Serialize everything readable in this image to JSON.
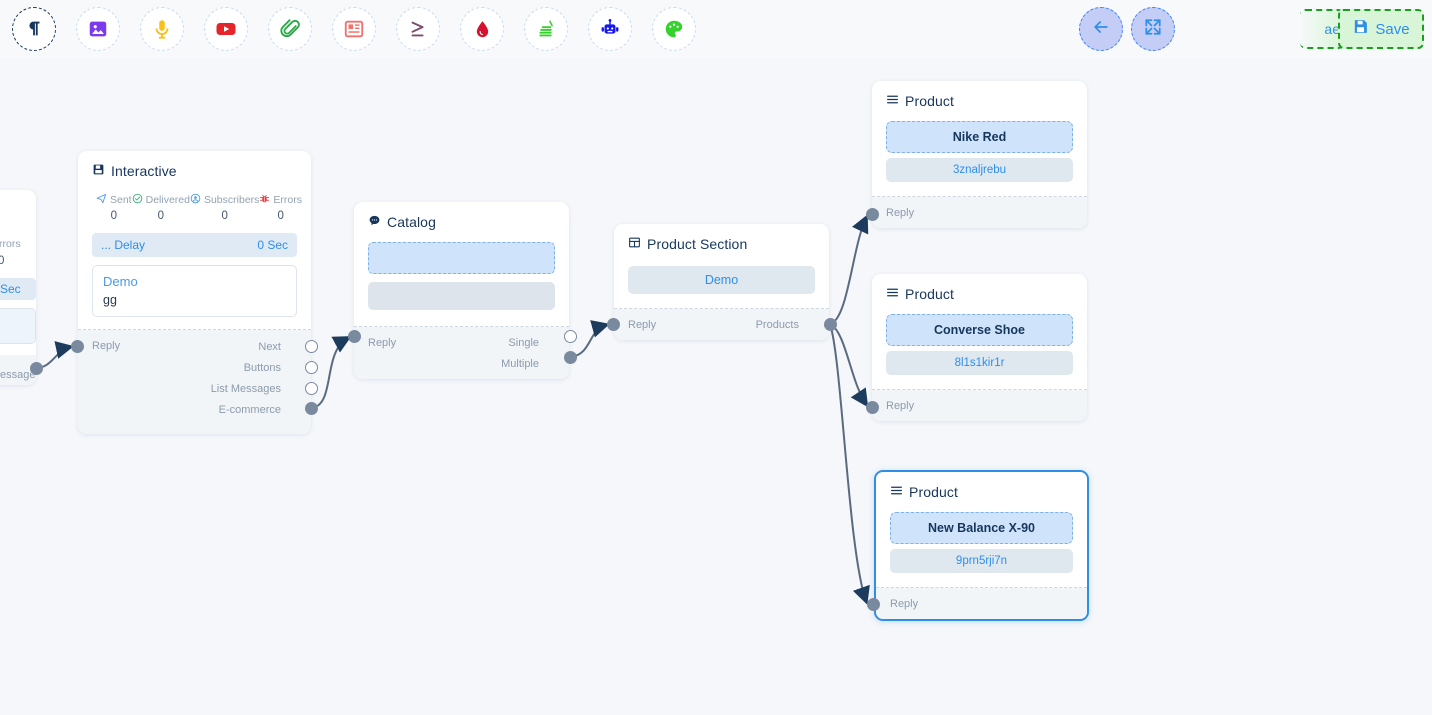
{
  "toolbar": {
    "items": [
      {
        "name": "text-icon",
        "label": "Text",
        "color": "#17365c"
      },
      {
        "name": "image-icon",
        "label": "Image",
        "color": "#7c3aed"
      },
      {
        "name": "audio-icon",
        "label": "Audio",
        "color": "#fcbf16"
      },
      {
        "name": "video-icon",
        "label": "Video",
        "color": "#e5252a"
      },
      {
        "name": "attachment-icon",
        "label": "Attachment",
        "color": "#28a745"
      },
      {
        "name": "card-icon",
        "label": "Card",
        "color": "#f4706b"
      },
      {
        "name": "condition-icon",
        "label": "Condition",
        "color": "#7a4f6e"
      },
      {
        "name": "droplet-icon",
        "label": "Droplet",
        "color": "#d6112f"
      },
      {
        "name": "list-icon",
        "label": "List",
        "color": "#35d22e"
      },
      {
        "name": "bot-icon",
        "label": "Bot",
        "color": "#1515f0"
      },
      {
        "name": "palette-icon",
        "label": "Palette",
        "color": "#35d22e"
      }
    ],
    "back_label": "Back",
    "fullscreen_label": "Fit View",
    "ghost_label": "ae",
    "save_label": "Save"
  },
  "nodes": {
    "clipped_left": {
      "errors_label": "Errors",
      "errors_value": "0",
      "sec_label": "Sec",
      "port_label": "essage"
    },
    "interactive": {
      "title": "Interactive",
      "icon": "interactive-icon",
      "stats": [
        {
          "label": "Sent",
          "value": "0",
          "icon": "send-icon"
        },
        {
          "label": "Delivered",
          "value": "0",
          "icon": "check-icon"
        },
        {
          "label": "Subscribers",
          "value": "0",
          "icon": "subscriber-icon"
        },
        {
          "label": "Errors",
          "value": "0",
          "icon": "bug-icon"
        }
      ],
      "delay_label": "... Delay",
      "delay_value": "0 Sec",
      "message_title": "Demo",
      "message_text": "gg",
      "in_port": "Reply",
      "out_ports": [
        {
          "label": "Next",
          "connected": false
        },
        {
          "label": "Buttons",
          "connected": false
        },
        {
          "label": "List Messages",
          "connected": false
        },
        {
          "label": "E-commerce",
          "connected": true
        }
      ]
    },
    "catalog": {
      "title": "Catalog",
      "icon": "chat-icon",
      "in_port": "Reply",
      "out_ports": [
        {
          "label": "Single",
          "connected": false
        },
        {
          "label": "Multiple",
          "connected": true
        }
      ]
    },
    "product_section": {
      "title": "Product Section",
      "icon": "grid-icon",
      "button_label": "Demo",
      "in_port": "Reply",
      "out_ports": [
        {
          "label": "Products",
          "connected": true
        }
      ]
    },
    "products": [
      {
        "title": "Product",
        "icon": "menu-icon",
        "name": "Nike Red",
        "sku": "3znaljrebu",
        "in_port": "Reply",
        "selected": false
      },
      {
        "title": "Product",
        "icon": "menu-icon",
        "name": "Converse Shoe",
        "sku": "8l1s1kir1r",
        "in_port": "Reply",
        "selected": false
      },
      {
        "title": "Product",
        "icon": "menu-icon",
        "name": "New Balance X-90",
        "sku": "9prn5rji7n",
        "in_port": "Reply",
        "selected": true
      }
    ]
  },
  "colors": {
    "canvas_bg": "#f5f7fa",
    "accent": "#2f8fe8",
    "node_title": "#17365c",
    "selection": "#2f8fe8",
    "save_bg": "#d8f5d8",
    "save_border": "#17a01c",
    "edge": "#5a6b80"
  }
}
